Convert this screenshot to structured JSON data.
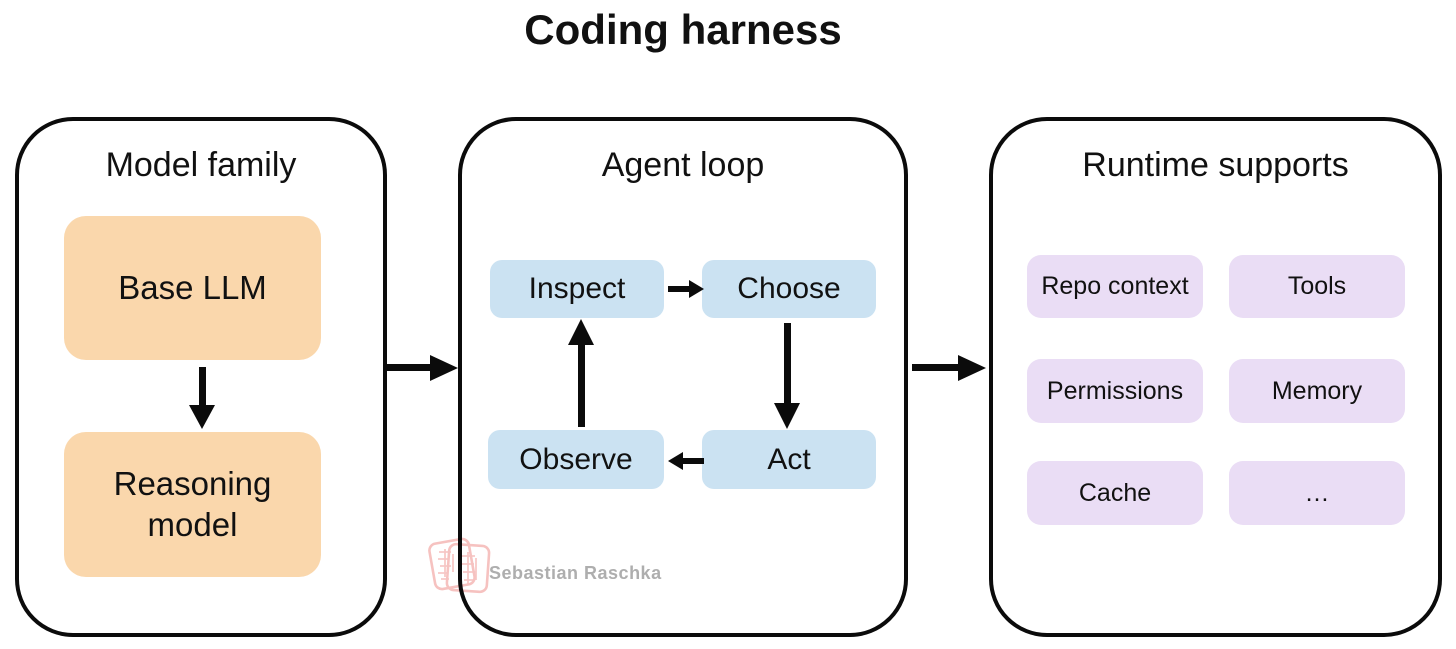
{
  "title": "Coding harness",
  "panels": {
    "model_family": {
      "title": "Model family",
      "nodes": [
        {
          "label": "Base LLM"
        },
        {
          "label": "Reasoning model"
        }
      ],
      "edges": [
        {
          "from": "Base LLM",
          "to": "Reasoning model"
        }
      ]
    },
    "agent_loop": {
      "title": "Agent loop",
      "nodes": [
        {
          "label": "Inspect"
        },
        {
          "label": "Choose"
        },
        {
          "label": "Act"
        },
        {
          "label": "Observe"
        }
      ],
      "edges": [
        {
          "from": "Inspect",
          "to": "Choose"
        },
        {
          "from": "Choose",
          "to": "Act"
        },
        {
          "from": "Act",
          "to": "Observe"
        },
        {
          "from": "Observe",
          "to": "Inspect"
        }
      ]
    },
    "runtime_supports": {
      "title": "Runtime supports",
      "nodes": [
        {
          "label": "Repo context"
        },
        {
          "label": "Tools"
        },
        {
          "label": "Permissions"
        },
        {
          "label": "Memory"
        },
        {
          "label": "Cache"
        },
        {
          "label": "…"
        }
      ]
    }
  },
  "edges": [
    {
      "from": "Model family",
      "to": "Agent loop"
    },
    {
      "from": "Agent loop",
      "to": "Runtime supports"
    }
  ],
  "watermark": {
    "text": "Sebastian Raschka",
    "icon": "seal-stamp-icon"
  },
  "colors": {
    "model_node": "#fad7ac",
    "agent_node": "#cbe2f2",
    "runtime_node": "#eaddf5",
    "outline": "#0b0b0b",
    "watermark_text": "#aeaeae",
    "watermark_stamp": "#ef928e"
  }
}
